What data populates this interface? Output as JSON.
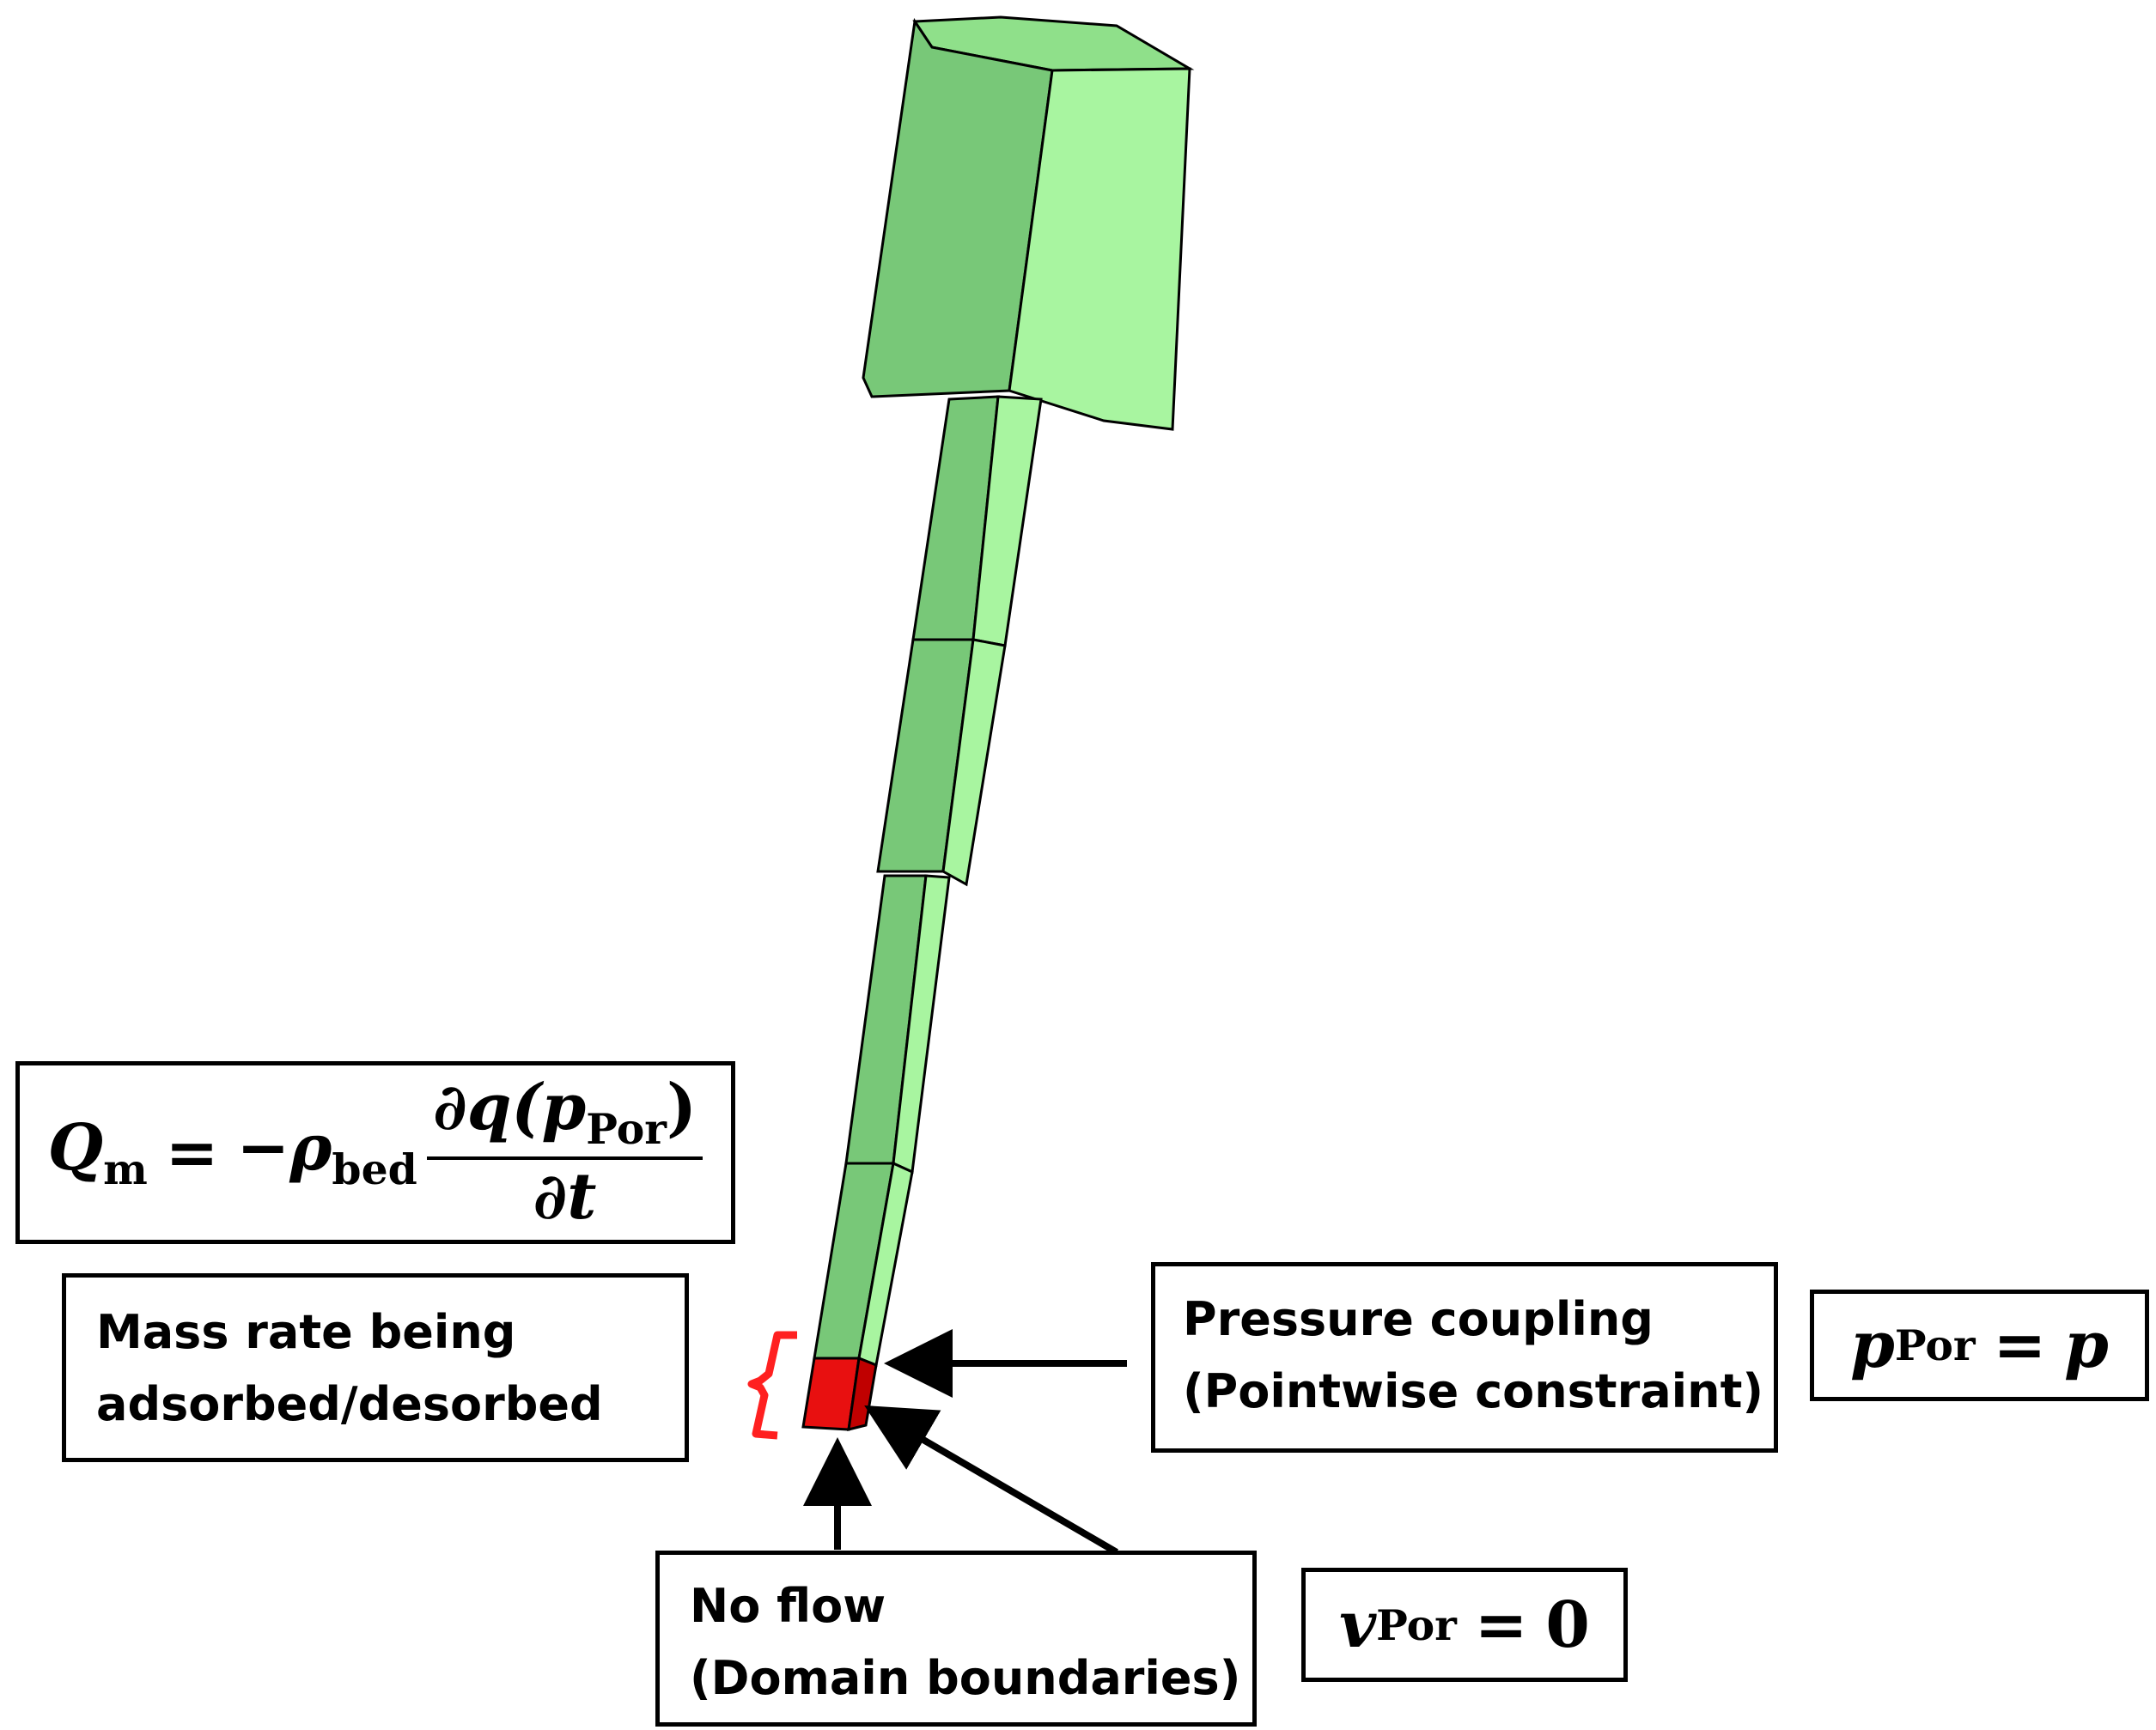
{
  "colors": {
    "body_fill_light": "#a8f5a0",
    "body_fill_mid": "#8fe08a",
    "body_fill_dark": "#78c878",
    "outline": "#000000",
    "porous_region": "#e81010",
    "porous_region_dark": "#c00000",
    "bracket": "#ff2020",
    "arrow": "#000000"
  },
  "equations": {
    "source_term": {
      "lhs_symbol": "Q",
      "lhs_sub": "m",
      "eq": "=",
      "minus": "−",
      "rho": "ρ",
      "rho_sub": "bed",
      "num_partial": "∂q(p",
      "num_sub": "Por",
      "num_close": ")",
      "den": "∂t"
    },
    "pressure_coupling": {
      "symbol": "p",
      "sub": "Por",
      "eq": "=",
      "rhs": "p"
    },
    "no_flow": {
      "symbol": "v",
      "sub": "Por",
      "eq": "=",
      "rhs": "0"
    }
  },
  "labels": {
    "mass_rate": [
      "Mass rate being",
      "adsorbed/desorbed"
    ],
    "pressure": [
      "Pressure coupling",
      "(Pointwise constraint)"
    ],
    "no_flow": [
      "No flow",
      "(Domain boundaries)"
    ]
  }
}
